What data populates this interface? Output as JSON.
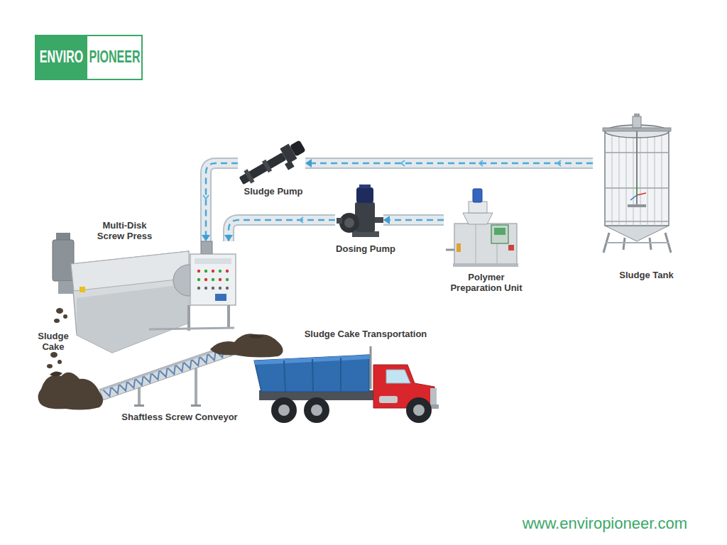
{
  "diagram": {
    "nodes": [
      {
        "text": [
          "Sludge Pump"
        ]
      },
      {
        "text": [
          "Multi-Disk Screw Press"
        ]
      },
      {
        "text": [
          "Dosing Pump"
        ]
      },
      {
        "text": [
          "Polymer Preparation Unit"
        ]
      },
      {
        "text": [
          "Sludge Tank"
        ]
      },
      {
        "text": [
          "Sludge Cake Transportation"
        ]
      },
      {
        "text": [
          "Shaftless Screw Conveyor"
        ]
      }
    ],
    "edges": [
      {
        "from": 4,
        "to": 0,
        "arrow": "to"
      },
      {
        "from": 0,
        "to": 1,
        "arrow": "to"
      },
      {
        "from": 3,
        "to": 2,
        "arrow": "to"
      },
      {
        "from": 2,
        "to": 1,
        "arrow": "to"
      }
    ],
    "labels": [
      "ENVIRO",
      "PIONEER",
      "Sludge Cake",
      "www.enviropioneer.com"
    ]
  }
}
